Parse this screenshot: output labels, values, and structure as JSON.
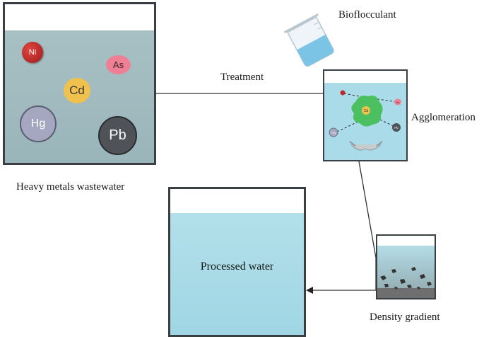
{
  "labels": {
    "wastewater": "Heavy metals wastewater",
    "treatment": "Treatment",
    "bioflocculant": "Bioflocculant",
    "agglomeration": "Agglomeration",
    "processed": "Processed water",
    "density": "Density gradient"
  },
  "ions": [
    {
      "symbol": "Ni",
      "color": "#c0282b",
      "text_color": "#ffffff"
    },
    {
      "symbol": "As",
      "color": "#ef7f95",
      "text_color": "#3a2a2a"
    },
    {
      "symbol": "Cd",
      "color": "#f1c14e",
      "text_color": "#3a3a3a"
    },
    {
      "symbol": "Hg",
      "color": "#a5a6bf",
      "text_color": "#ffffff"
    },
    {
      "symbol": "Pb",
      "color": "#4f5358",
      "text_color": "#ffffff"
    }
  ],
  "floc_ions": [
    {
      "symbol": "Ni",
      "color": "#c0282b"
    },
    {
      "symbol": "As",
      "color": "#ef7f95"
    },
    {
      "symbol": "Cd",
      "color": "#f1c14e"
    },
    {
      "symbol": "Hg",
      "color": "#a5a6bf"
    },
    {
      "symbol": "Pb",
      "color": "#4f5358"
    }
  ],
  "colors": {
    "tank_border": "#3a3f44",
    "wastewater": "#aac3c6",
    "water": "#a9dbe8",
    "floc": "#4cc060",
    "sediment": "#6f6f6f"
  }
}
